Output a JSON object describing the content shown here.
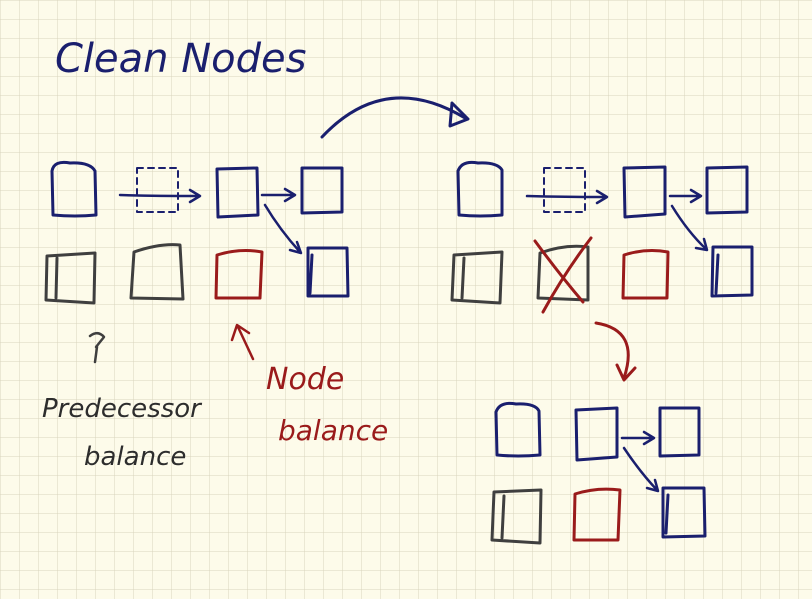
{
  "title": "Clean Nodes",
  "labels": {
    "predecessor_balance_line1": "Predecessor",
    "predecessor_balance_line2": "balance",
    "node_balance_line1": "Node",
    "node_balance_line2": "balance"
  },
  "colors": {
    "paper": "#fdfbea",
    "grid": "#d9d5bd",
    "blue": "#1a1f6e",
    "red": "#9a1b1b",
    "gray": "#3f3f3f"
  }
}
